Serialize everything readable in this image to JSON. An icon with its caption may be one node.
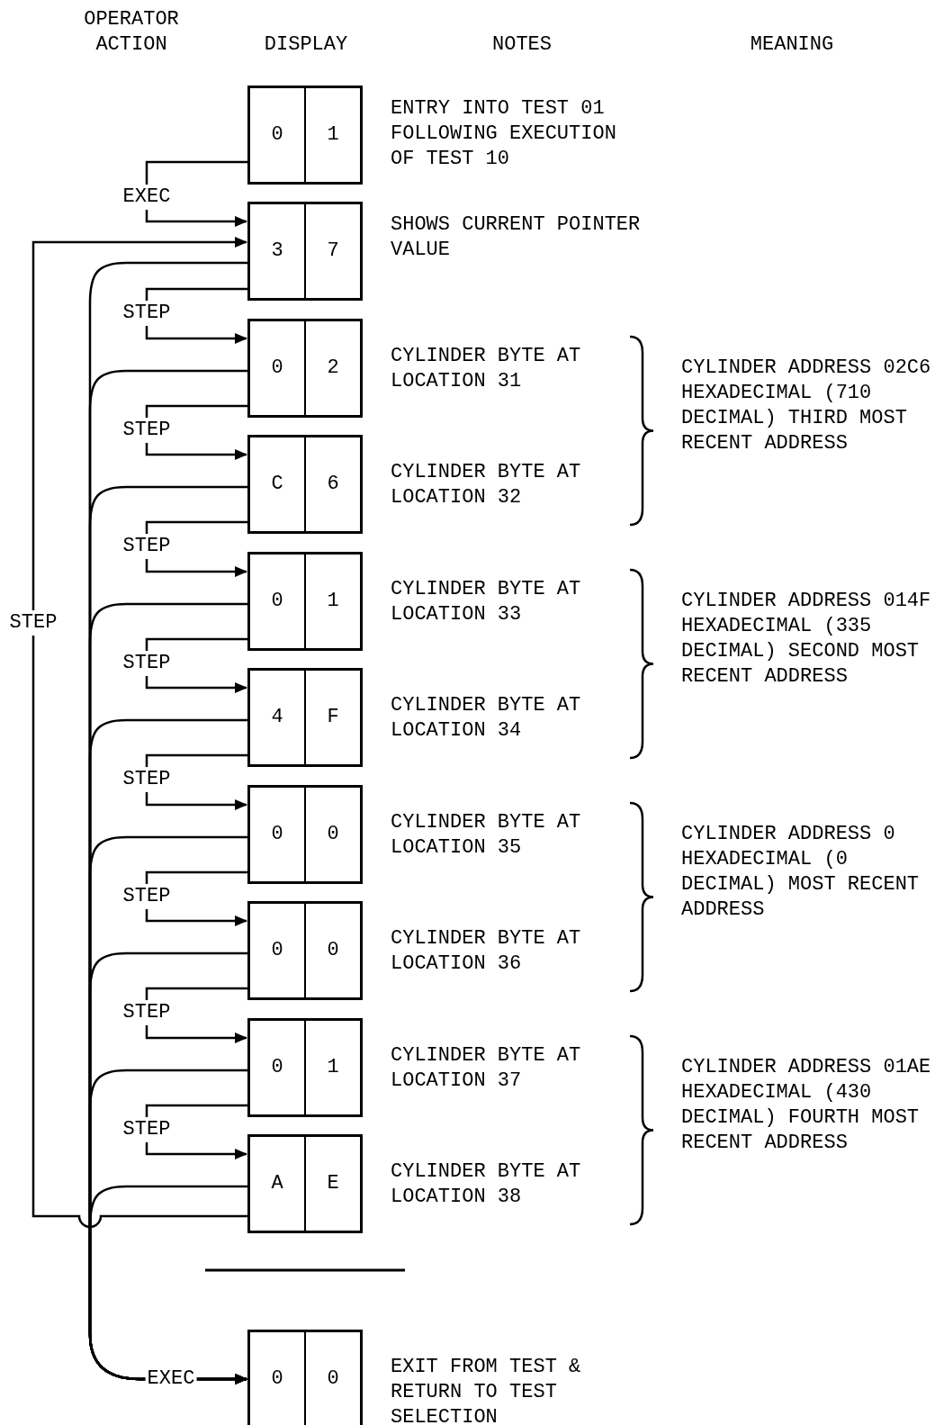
{
  "diagram": {
    "nodes": [
      {
        "text": [
          "0",
          "1"
        ],
        "beside": [
          "ENTRY INTO TEST 01 FOLLOWING EXECUTION OF TEST 10"
        ]
      },
      {
        "text": [
          "3",
          "7"
        ],
        "beside": [
          "SHOWS CURRENT POINTER VALUE"
        ]
      },
      {
        "text": [
          "0",
          "2"
        ],
        "beside": [
          "CYLINDER BYTE AT LOCATION 31"
        ]
      },
      {
        "text": [
          "C",
          "6"
        ],
        "beside": [
          "CYLINDER BYTE AT LOCATION 32"
        ]
      },
      {
        "text": [
          "0",
          "1"
        ],
        "beside": [
          "CYLINDER BYTE AT LOCATION 33"
        ]
      },
      {
        "text": [
          "4",
          "F"
        ],
        "beside": [
          "CYLINDER BYTE AT LOCATION 34"
        ]
      },
      {
        "text": [
          "0",
          "0"
        ],
        "beside": [
          "CYLINDER BYTE AT LOCATION 35"
        ]
      },
      {
        "text": [
          "0",
          "0"
        ],
        "beside": [
          "CYLINDER BYTE AT LOCATION 36"
        ]
      },
      {
        "text": [
          "0",
          "1"
        ],
        "beside": [
          "CYLINDER BYTE AT LOCATION 37"
        ]
      },
      {
        "text": [
          "A",
          "E"
        ],
        "beside": [
          "CYLINDER BYTE AT LOCATION 38"
        ]
      },
      {
        "text": [
          "0",
          "0"
        ],
        "beside": [
          "EXIT FROM TEST & RETURN TO TEST SELECTION"
        ]
      }
    ],
    "edges": [
      {
        "from": 0,
        "to": 1,
        "arrow": "to",
        "label": "EXEC"
      },
      {
        "from": 1,
        "to": 2,
        "arrow": "to",
        "label": "STEP"
      },
      {
        "from": 2,
        "to": 3,
        "arrow": "to",
        "label": "STEP"
      },
      {
        "from": 3,
        "to": 4,
        "arrow": "to",
        "label": "STEP"
      },
      {
        "from": 4,
        "to": 5,
        "arrow": "to",
        "label": "STEP"
      },
      {
        "from": 5,
        "to": 6,
        "arrow": "to",
        "label": "STEP"
      },
      {
        "from": 6,
        "to": 7,
        "arrow": "to",
        "label": "STEP"
      },
      {
        "from": 7,
        "to": 8,
        "arrow": "to",
        "label": "STEP"
      },
      {
        "from": 8,
        "to": 9,
        "arrow": "to",
        "label": "STEP"
      },
      {
        "from": 9,
        "to": 1,
        "arrow": "to",
        "label": "STEP"
      },
      {
        "from": 1,
        "to": 10,
        "arrow": "to"
      },
      {
        "from": 2,
        "to": 10,
        "arrow": "to"
      },
      {
        "from": 3,
        "to": 10,
        "arrow": "to"
      },
      {
        "from": 4,
        "to": 10,
        "arrow": "to"
      },
      {
        "from": 5,
        "to": 10,
        "arrow": "to"
      },
      {
        "from": 6,
        "to": 10,
        "arrow": "to"
      },
      {
        "from": 7,
        "to": 10,
        "arrow": "to"
      },
      {
        "from": 8,
        "to": 10,
        "arrow": "to"
      },
      {
        "from": 9,
        "to": 10,
        "arrow": "to",
        "label": "EXEC"
      }
    ],
    "labels": [
      "OPERATOR ACTION",
      "DISPLAY",
      "NOTES",
      "MEANING",
      "CYLINDER ADDRESS 02C6 HEXADECIMAL (710 DECIMAL) THIRD MOST RECENT ADDRESS",
      "CYLINDER ADDRESS 014F HEXADECIMAL (335 DECIMAL) SECOND MOST RECENT ADDRESS",
      "CYLINDER ADDRESS 0 HEXADECIMAL (0 DECIMAL) MOST RECENT ADDRESS",
      "CYLINDER ADDRESS 01AE HEXADECIMAL (430 DECIMAL) FOURTH MOST RECENT ADDRESS"
    ]
  }
}
